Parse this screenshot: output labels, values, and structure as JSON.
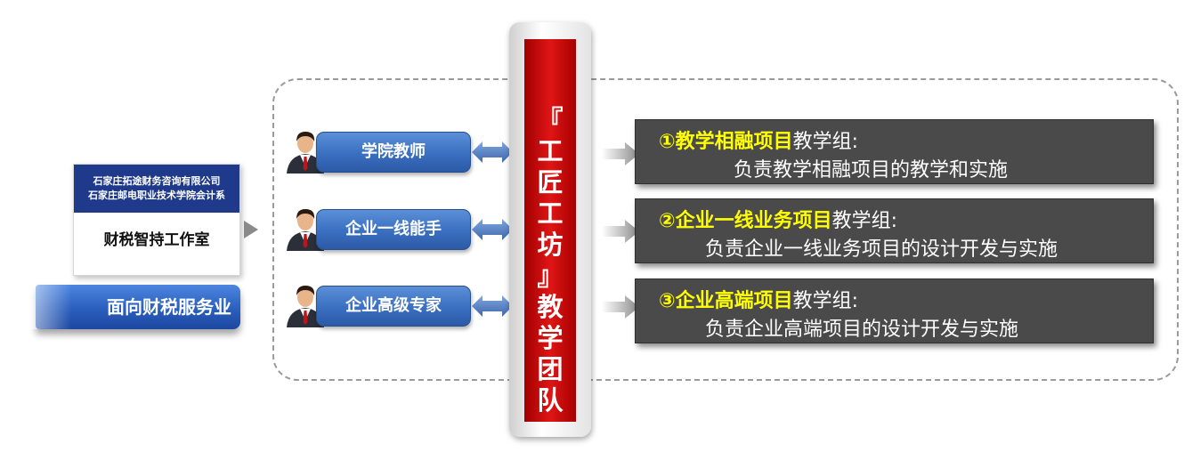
{
  "org": {
    "line1": "石家庄拓途财务咨询有限公司",
    "line2": "石家庄邮电职业技术学院会计系",
    "studio": "财税智持工作室"
  },
  "face_tag": "面向财税服务业",
  "roles": [
    {
      "label": "学院教师"
    },
    {
      "label": "企业一线能手"
    },
    {
      "label": "企业高级专家"
    }
  ],
  "team": {
    "text": "『工匠工坊』教学团队"
  },
  "groups": [
    {
      "mark": "①",
      "name": "教学相融项目",
      "suffix": "教学组:",
      "desc": "负责教学相融项目的教学和实施"
    },
    {
      "mark": "②",
      "name": "企业一线业务项目",
      "suffix": "教学组:",
      "desc": "负责企业一线业务项目的设计开发与实施"
    },
    {
      "mark": "③",
      "name": "企业高端项目",
      "suffix": "教学组:",
      "desc": "负责企业高端项目的设计开发与实施"
    }
  ],
  "colors": {
    "red_accent": "#d10a0a",
    "blue_pill": "#3a6fc0",
    "dark_box": "#4a4a4a",
    "highlight": "#ffff00"
  }
}
